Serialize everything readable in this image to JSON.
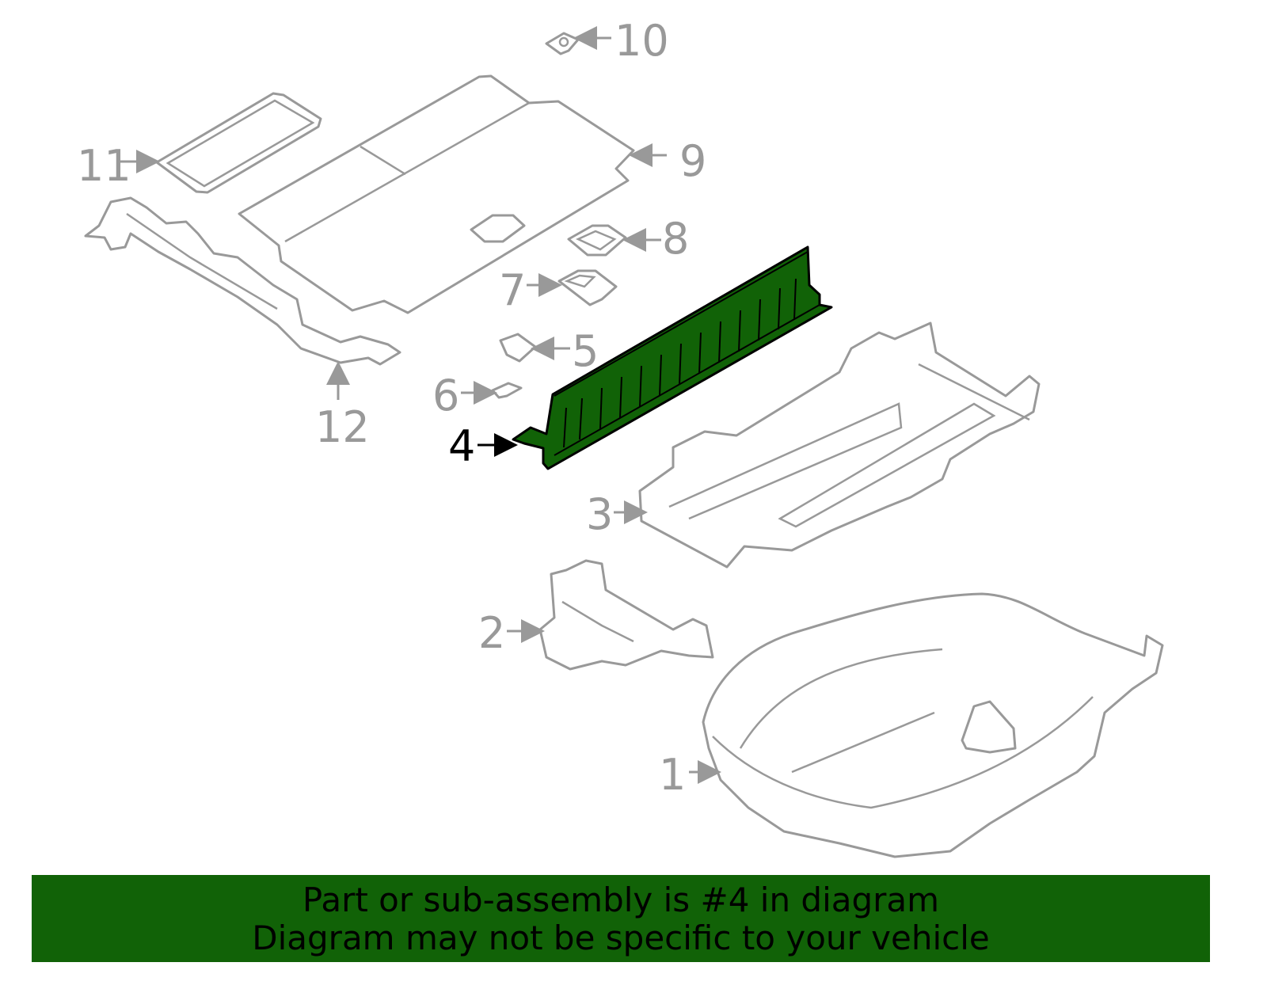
{
  "diagram": {
    "labels": [
      {
        "num": "1",
        "highlighted": false
      },
      {
        "num": "2",
        "highlighted": false
      },
      {
        "num": "3",
        "highlighted": false
      },
      {
        "num": "4",
        "highlighted": true
      },
      {
        "num": "5",
        "highlighted": false
      },
      {
        "num": "6",
        "highlighted": false
      },
      {
        "num": "7",
        "highlighted": false
      },
      {
        "num": "8",
        "highlighted": false
      },
      {
        "num": "9",
        "highlighted": false
      },
      {
        "num": "10",
        "highlighted": false
      },
      {
        "num": "11",
        "highlighted": false
      },
      {
        "num": "12",
        "highlighted": false
      }
    ],
    "highlight_color": "#116207",
    "line_color": "#999999"
  },
  "banner": {
    "line1": "Part or sub-assembly is #4 in diagram",
    "line2": "Diagram may not be specific to your vehicle",
    "background": "#116207"
  }
}
